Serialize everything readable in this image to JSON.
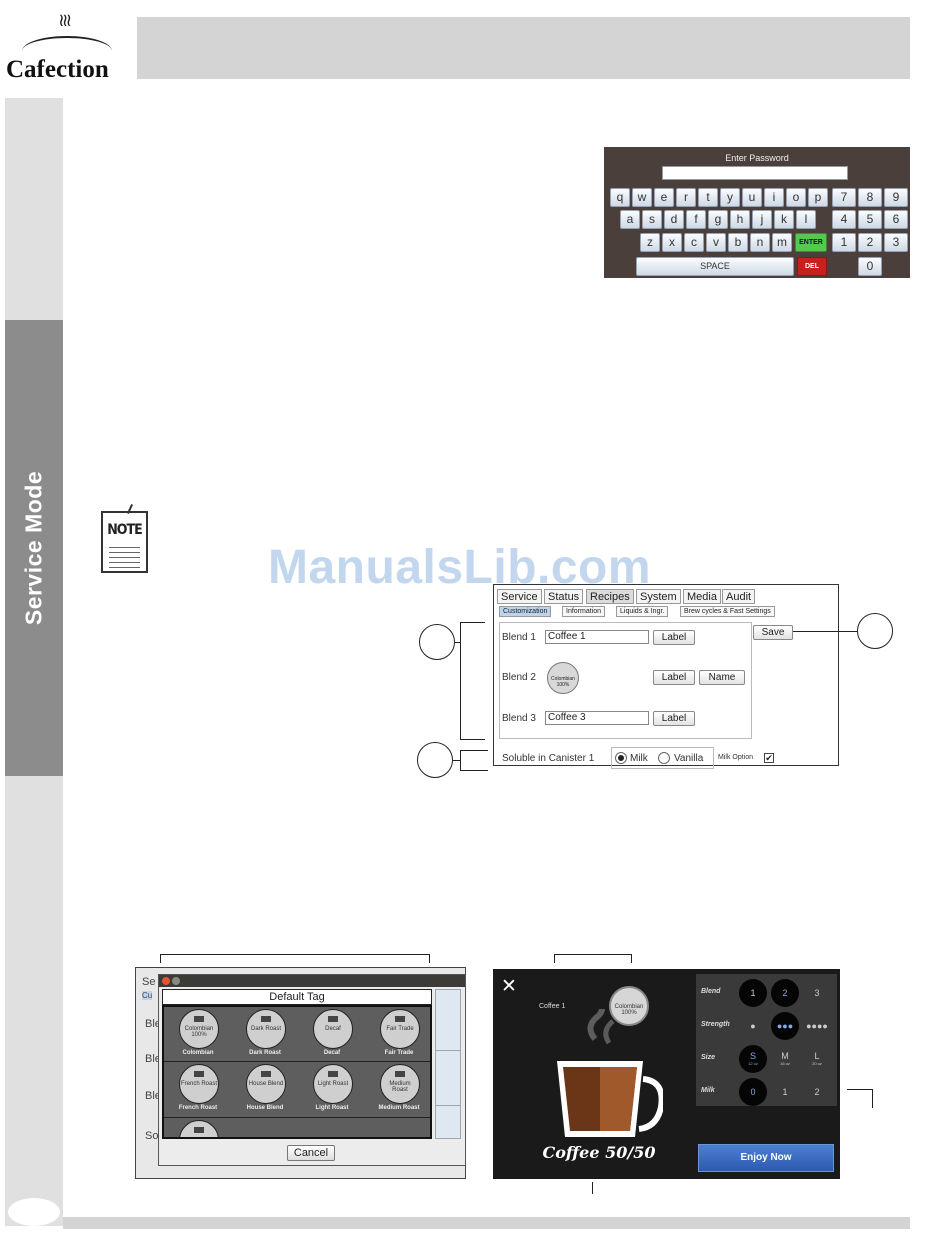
{
  "brand": {
    "logo_text": "Cafection"
  },
  "sidebar": {
    "section_label": "Service Mode"
  },
  "watermark": "ManualsLib.com",
  "keyboard": {
    "title": "Enter Password",
    "row1": [
      "q",
      "w",
      "e",
      "r",
      "t",
      "y",
      "u",
      "i",
      "o",
      "p"
    ],
    "row2": [
      "a",
      "s",
      "d",
      "f",
      "g",
      "h",
      "j",
      "k",
      "l"
    ],
    "row3": [
      "z",
      "x",
      "c",
      "v",
      "b",
      "n",
      "m"
    ],
    "enter": "ENTER",
    "space": "SPACE",
    "del": "DEL",
    "numpad": [
      "7",
      "8",
      "9",
      "4",
      "5",
      "6",
      "1",
      "2",
      "3",
      "0"
    ],
    "colors": {
      "enter": "#57c84e",
      "del": "#c8201c",
      "background": "#4a3f3a"
    }
  },
  "note_icon": {
    "label": "NOTE"
  },
  "recipes": {
    "tabs": [
      "Service",
      "Status",
      "Recipes",
      "System",
      "Media",
      "Audit"
    ],
    "active_tab": "Recipes",
    "subtabs": [
      "Customization",
      "Information",
      "Liquids & Ingr.",
      "Brew cycles & Fast Settings"
    ],
    "active_subtab": "Customization",
    "blend1_label": "Blend 1",
    "blend1_value": "Coffee 1",
    "blend2_label": "Blend 2",
    "blend2_badge": "Colombian 100%",
    "blend3_label": "Blend 3",
    "blend3_value": "Coffee 3",
    "label_button": "Label",
    "name_button": "Name",
    "save_button": "Save",
    "soluble_label": "Soluble in Canister 1",
    "milk_option_label": "Milk",
    "vanilla_option_label": "Vanilla",
    "milk_checkbox_label": "Milk Option",
    "milk_checkbox_mark": "✔"
  },
  "default_tag": {
    "bg_tab": "Se",
    "bg_subtab": "Cu",
    "bg_rows": [
      "Ble",
      "Ble",
      "Ble",
      "So"
    ],
    "title": "Default Tag",
    "tags": [
      {
        "badge": "Colombian 100%",
        "label": "Colombian"
      },
      {
        "badge": "Dark Roast",
        "label": "Dark Roast"
      },
      {
        "badge": "Decaf",
        "label": "Decaf"
      },
      {
        "badge": "Fair Trade",
        "label": "Fair Trade"
      },
      {
        "badge": "French Roast",
        "label": "French Roast"
      },
      {
        "badge": "House Blend",
        "label": "House Blend"
      },
      {
        "badge": "Light Roast",
        "label": "Light Roast"
      },
      {
        "badge": "Medium Roast",
        "label": "Medium Roast"
      }
    ],
    "cancel_button": "Cancel"
  },
  "coffee_screen": {
    "close": "✕",
    "name": "Coffee 1",
    "badge": "Colombian 100%",
    "title": "Coffee 50/50",
    "blend_label": "Blend",
    "blend_options": [
      "1",
      "2",
      "3"
    ],
    "strength_label": "Strength",
    "size_label": "Size",
    "size_options": [
      "S",
      "M",
      "L"
    ],
    "size_subs": [
      "12 oz",
      "16 oz",
      "20 oz"
    ],
    "milk_label": "Milk",
    "milk_options": [
      "0",
      "1",
      "2"
    ],
    "enjoy_button": "Enjoy Now",
    "colors": {
      "button": "#3a6bc2",
      "panel": "#3a3a3a",
      "background": "#1a1a1a"
    }
  }
}
